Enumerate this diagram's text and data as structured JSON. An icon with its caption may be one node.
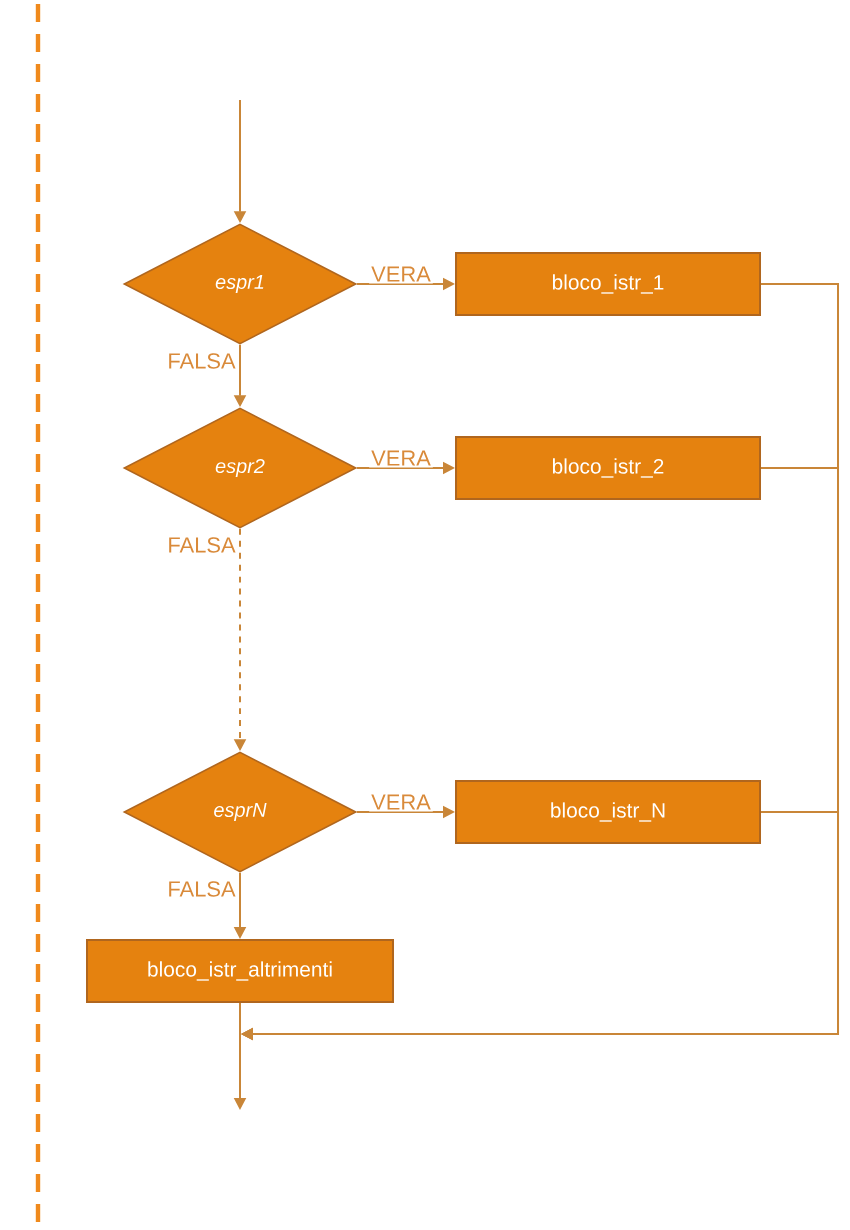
{
  "diagram": {
    "nodes": [
      {
        "text": [
          "espr1"
        ]
      },
      {
        "text": [
          "bloco_istr_1"
        ]
      },
      {
        "text": [
          "espr2"
        ]
      },
      {
        "text": [
          "bloco_istr_2"
        ]
      },
      {
        "text": [
          "esprN"
        ]
      },
      {
        "text": [
          "bloco_istr_N"
        ]
      },
      {
        "text": [
          "bloco_istr_altrimenti"
        ]
      }
    ],
    "edges": [
      {
        "from": null,
        "to": 0,
        "arrow": "to"
      },
      {
        "from": 0,
        "to": 1,
        "arrow": "to",
        "label": "VERA"
      },
      {
        "from": 0,
        "to": 2,
        "arrow": "to",
        "label": "FALSA"
      },
      {
        "from": 2,
        "to": 3,
        "arrow": "to",
        "label": "VERA"
      },
      {
        "from": 2,
        "to": 4,
        "arrow": "to",
        "label": "FALSA",
        "style": "dashed"
      },
      {
        "from": 4,
        "to": 5,
        "arrow": "to",
        "label": "VERA"
      },
      {
        "from": 4,
        "to": 6,
        "arrow": "to",
        "label": "FALSA"
      },
      {
        "from": 1,
        "to": null,
        "arrow": "to"
      },
      {
        "from": 3,
        "to": null,
        "arrow": "to"
      },
      {
        "from": 5,
        "to": null,
        "arrow": "to"
      },
      {
        "from": 6,
        "to": null,
        "arrow": "to"
      }
    ]
  }
}
